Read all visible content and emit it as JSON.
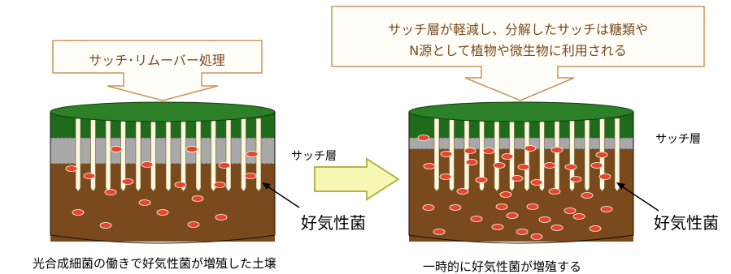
{
  "left_panel": {
    "callout_text": "サッチ･リムーバー処理",
    "bacteria_label": "好気性菌",
    "caption": "光合成細菌の働きで好気性菌が増殖した土壌"
  },
  "right_panel": {
    "callout_line1": "サッチ層が軽減し、分解したサッチは糖類や",
    "callout_line2": "N源として植物や微生物に利用される",
    "thatch_label": "サッチ層",
    "bacteria_label": "好気性菌",
    "caption": "一時的に好気性菌が増殖する"
  },
  "center": {
    "thatch_label": "サッチ層"
  },
  "colors": {
    "grass": "#1f6b1c",
    "thatch": "#a8a8a8",
    "soil": "#7a4a1c",
    "bacteria": "#e8452a",
    "arrow_fill": "#f6f7b4",
    "arrow_stroke": "#b8b24a",
    "callout_stroke": "#c8955a"
  }
}
